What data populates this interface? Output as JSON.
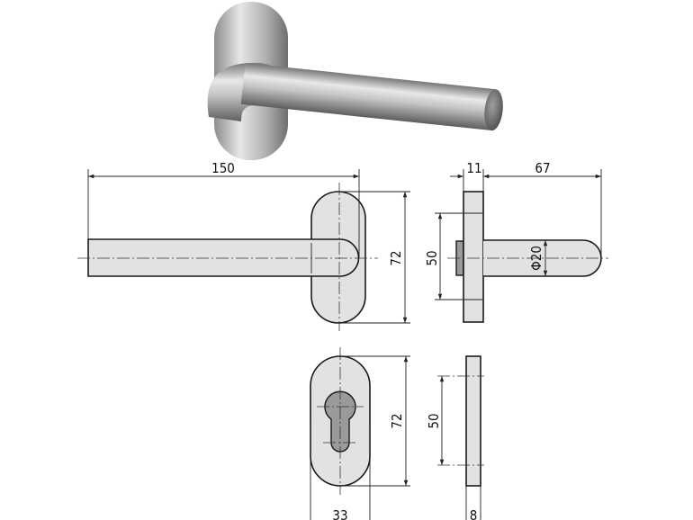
{
  "drawing": {
    "front_view": {
      "lever_length": "150",
      "rosette_height": "72"
    },
    "side_view": {
      "rosette_thickness": "11",
      "lever_projection": "67",
      "fixing_distance": "50",
      "lever_diameter": "Φ20"
    },
    "escutcheon_front": {
      "height": "72",
      "width": "33"
    },
    "escutcheon_side": {
      "fixing_distance": "50",
      "thickness": "8"
    }
  },
  "colors": {
    "part_fill": "#e2e2e2",
    "cylinder_cutout": "#9a9a9a",
    "line": "#1a1a1a"
  }
}
